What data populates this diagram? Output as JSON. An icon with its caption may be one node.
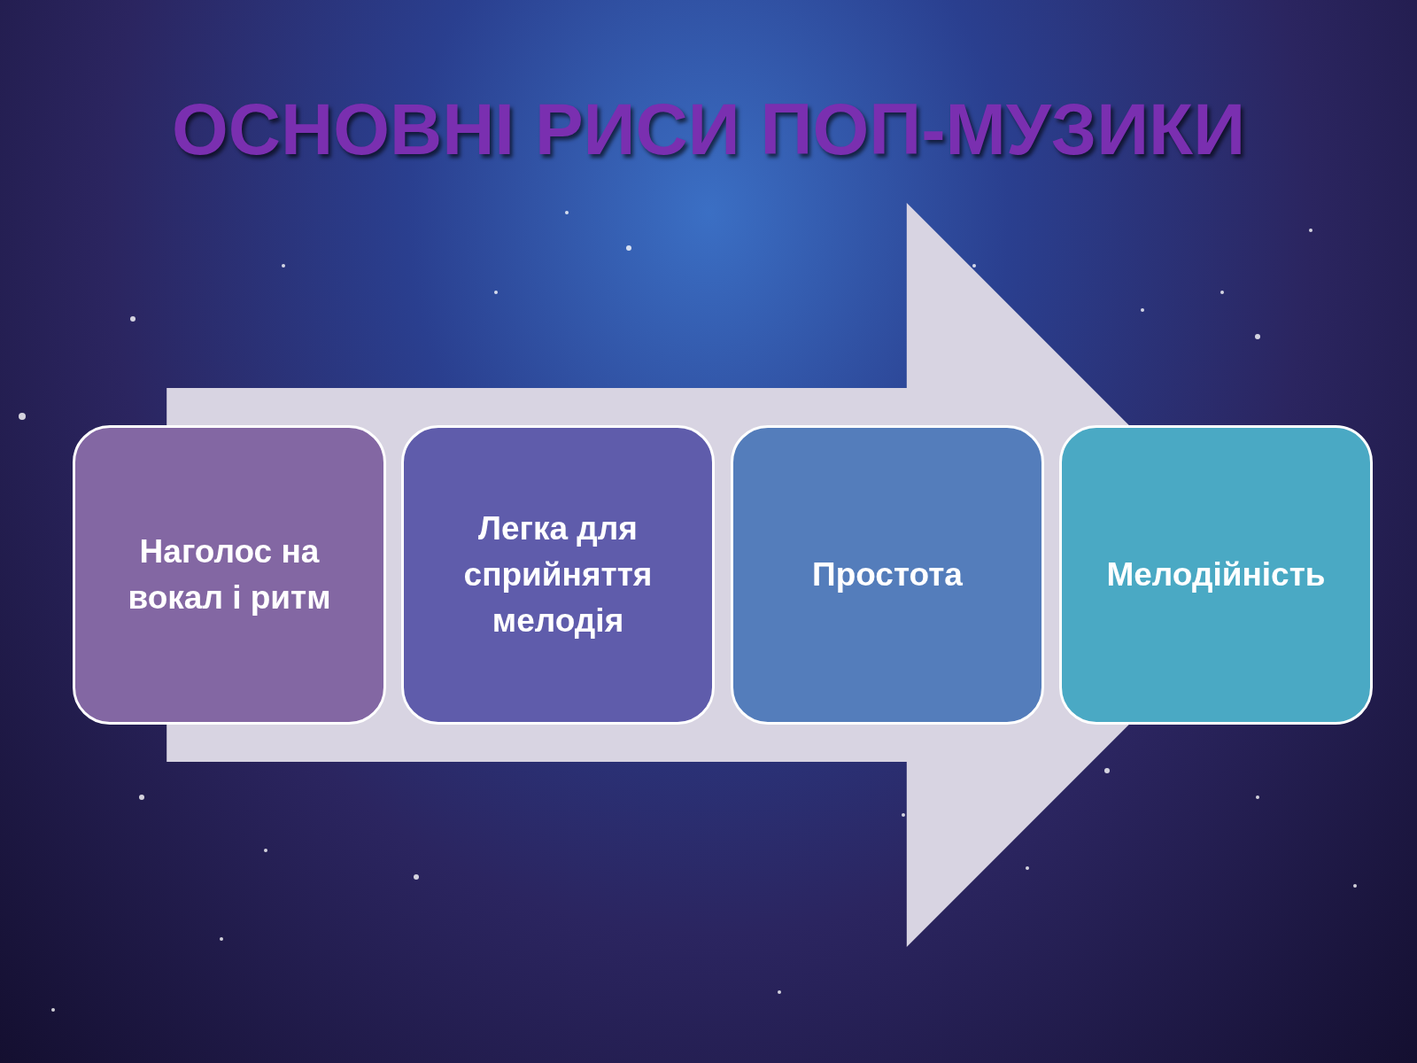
{
  "diagram": {
    "title": "ОСНОВНІ РИСИ ПОП-МУЗИКИ",
    "nodes": [
      {
        "text": [
          "Наголос на вокал і ритм"
        ]
      },
      {
        "text": [
          "Легка для сприйняття мелодія"
        ]
      },
      {
        "text": [
          "Простота"
        ]
      },
      {
        "text": [
          "Мелодійність"
        ]
      }
    ],
    "edges": [
      {
        "from": 0,
        "to": 3,
        "arrow": "to",
        "style": "thick"
      }
    ]
  }
}
